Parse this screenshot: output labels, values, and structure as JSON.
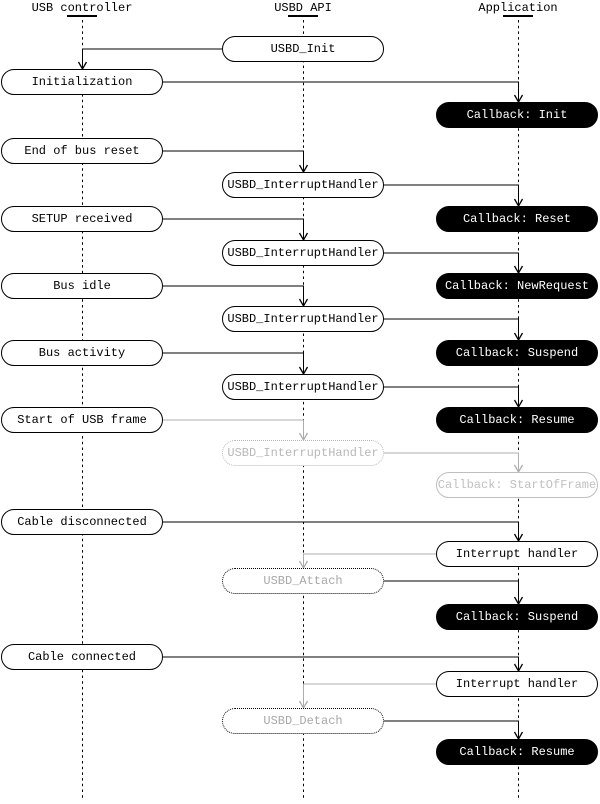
{
  "diagram": {
    "columns": [
      {
        "label": "USB controller"
      },
      {
        "label": "USBD API"
      },
      {
        "label": "Application"
      }
    ],
    "nodes": {
      "usbd_init": "USBD_Init",
      "initialization": "Initialization",
      "callback_init": "Callback: Init",
      "end_of_bus_reset": "End of bus reset",
      "usbd_interrupthandler_1": "USBD_InterruptHandler",
      "callback_reset": "Callback: Reset",
      "setup_received": "SETUP received",
      "usbd_interrupthandler_2": "USBD_InterruptHandler",
      "callback_newrequest": "Callback: NewRequest",
      "bus_idle": "Bus idle",
      "usbd_interrupthandler_3": "USBD_InterruptHandler",
      "callback_suspend_1": "Callback: Suspend",
      "bus_activity": "Bus activity",
      "usbd_interrupthandler_4": "USBD_InterruptHandler",
      "callback_resume_1": "Callback: Resume",
      "start_of_usb_frame": "Start of USB frame",
      "usbd_interrupthandler_5": "USBD_InterruptHandler",
      "callback_startofframe": "Callback: StartOfFrame",
      "cable_disconnected": "Cable disconnected",
      "interrupt_handler_1": "Interrupt handler",
      "usbd_attach": "USBD_Attach",
      "callback_suspend_2": "Callback: Suspend",
      "cable_connected": "Cable connected",
      "interrupt_handler_2": "Interrupt handler",
      "usbd_detach": "USBD_Detach",
      "callback_resume_2": "Callback: Resume"
    },
    "flows": [
      {
        "from": "usbd_init",
        "to": "initialization",
        "style": "active"
      },
      {
        "from": "initialization",
        "to": "callback_init",
        "style": "active"
      },
      {
        "from": "end_of_bus_reset",
        "to": "usbd_interrupthandler_1",
        "style": "active"
      },
      {
        "from": "usbd_interrupthandler_1",
        "to": "callback_reset",
        "style": "active"
      },
      {
        "from": "setup_received",
        "to": "usbd_interrupthandler_2",
        "style": "active"
      },
      {
        "from": "usbd_interrupthandler_2",
        "to": "callback_newrequest",
        "style": "active"
      },
      {
        "from": "bus_idle",
        "to": "usbd_interrupthandler_3",
        "style": "active"
      },
      {
        "from": "usbd_interrupthandler_3",
        "to": "callback_suspend_1",
        "style": "active"
      },
      {
        "from": "bus_activity",
        "to": "usbd_interrupthandler_4",
        "style": "active"
      },
      {
        "from": "usbd_interrupthandler_4",
        "to": "callback_resume_1",
        "style": "active"
      },
      {
        "from": "start_of_usb_frame",
        "to": "usbd_interrupthandler_5",
        "style": "inactive"
      },
      {
        "from": "usbd_interrupthandler_5",
        "to": "callback_startofframe",
        "style": "inactive"
      },
      {
        "from": "cable_disconnected",
        "to": "interrupt_handler_1",
        "style": "active"
      },
      {
        "from": "interrupt_handler_1",
        "to": "usbd_attach",
        "style": "inactive"
      },
      {
        "from": "usbd_attach",
        "to": "callback_suspend_2",
        "style": "active"
      },
      {
        "from": "cable_connected",
        "to": "interrupt_handler_2",
        "style": "active"
      },
      {
        "from": "interrupt_handler_2",
        "to": "usbd_detach",
        "style": "inactive"
      },
      {
        "from": "usbd_detach",
        "to": "callback_resume_2",
        "style": "active"
      }
    ],
    "colors": {
      "foreground": "#000000",
      "background": "#ffffff",
      "inactive_line": "#adadad",
      "inactive_text": "#b8b8b8",
      "inactive_border": "#bfbfbf"
    }
  }
}
